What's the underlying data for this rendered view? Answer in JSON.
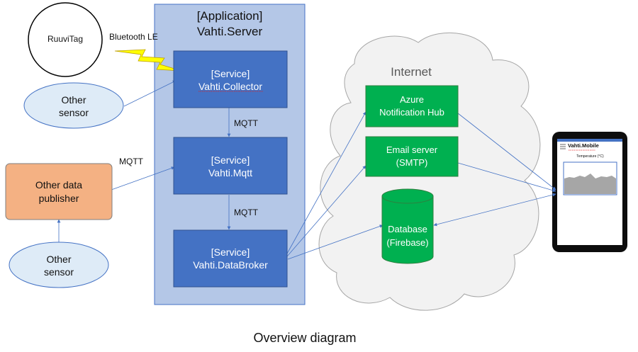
{
  "app": {
    "title_line1": "[Application]",
    "title_line2": "Vahti.Server"
  },
  "sensors": {
    "ruuvitag": "RuuviTag",
    "bluetooth_label": "Bluetooth LE",
    "other_sensor_1": [
      "Other",
      "sensor"
    ],
    "other_sensor_2": [
      "Other",
      "sensor"
    ],
    "other_publisher": [
      "Other data",
      "publisher"
    ],
    "mqtt_left_label": "MQTT"
  },
  "services": {
    "collector": [
      "[Service]",
      "Vahti.Collector"
    ],
    "mqtt": [
      "[Service]",
      "Vahti.Mqtt"
    ],
    "databroker": [
      "[Service]",
      "Vahti.DataBroker"
    ],
    "mqtt_label_1": "MQTT",
    "mqtt_label_2": "MQTT"
  },
  "internet": {
    "title": "Internet",
    "azure": [
      "Azure",
      "Notification Hub"
    ],
    "email": [
      "Email server",
      "(SMTP)"
    ],
    "database": [
      "Database",
      "(Firebase)"
    ]
  },
  "mobile": {
    "app_name": "Vahti.Mobile",
    "chart_title": "Temperature (°C)"
  },
  "caption": "Overview diagram",
  "colors": {
    "service_blue": "#4472c4",
    "app_panel": "#b4c7e7",
    "internet_green": "#00b050",
    "publisher_orange": "#f4b183",
    "cloud_fill": "#f2f2f2",
    "sensor_fill": "#deebf7",
    "lightning": "#ffff00",
    "phone_frame": "#0d0d0d"
  }
}
